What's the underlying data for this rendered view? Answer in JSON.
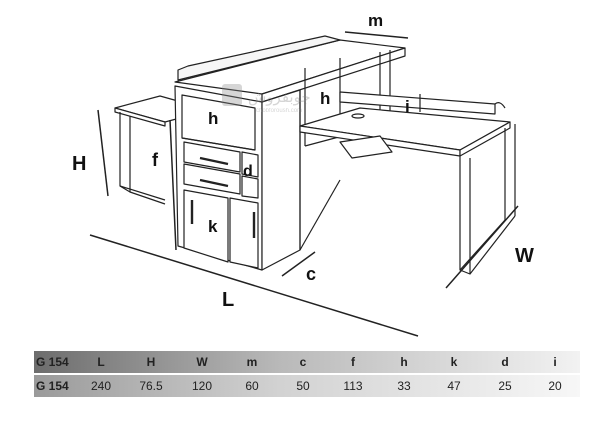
{
  "labels": {
    "m": "m",
    "h1": "h",
    "h2": "h",
    "i": "i",
    "H": "H",
    "f": "f",
    "d": "d",
    "k": "k",
    "c": "c",
    "L": "L",
    "W": "W"
  },
  "watermark": {
    "text": "جوبفروش",
    "subtext": "chobforoush.com"
  },
  "spec_table": {
    "header": [
      "G 154",
      "L",
      "H",
      "W",
      "m",
      "c",
      "f",
      "h",
      "k",
      "d",
      "i"
    ],
    "row": [
      "G 154",
      "240",
      "76.5",
      "120",
      "60",
      "50",
      "113",
      "33",
      "47",
      "25",
      "20"
    ]
  }
}
